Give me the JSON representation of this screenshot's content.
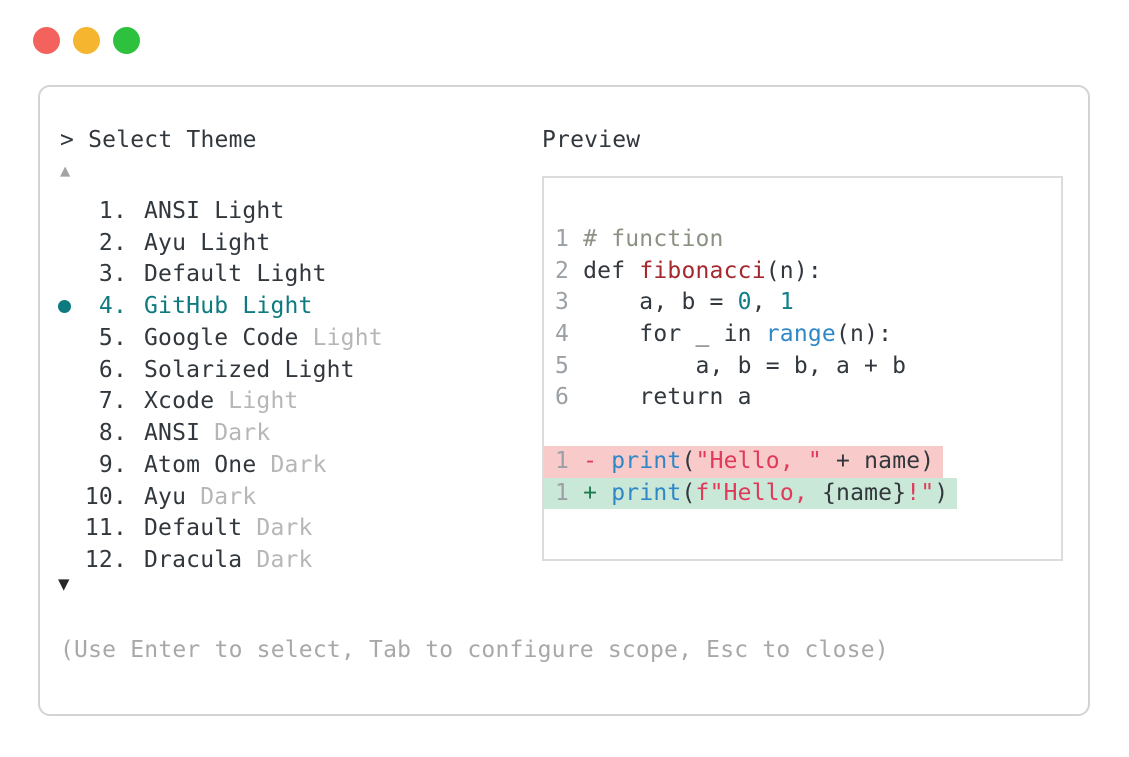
{
  "window": {
    "traffic_lights": [
      {
        "name": "close",
        "color": "#f3625c"
      },
      {
        "name": "minimize",
        "color": "#f5b52f"
      },
      {
        "name": "zoom",
        "color": "#2ec13e"
      }
    ]
  },
  "selector": {
    "prompt": "> Select Theme",
    "scroll_up_icon": "▲",
    "scroll_down_icon": "▼",
    "items": [
      {
        "number": "1.",
        "name": "ANSI",
        "variant": "Light",
        "variant_dim": false,
        "selected": false
      },
      {
        "number": "2.",
        "name": "Ayu",
        "variant": "Light",
        "variant_dim": false,
        "selected": false
      },
      {
        "number": "3.",
        "name": "Default",
        "variant": "Light",
        "variant_dim": false,
        "selected": false
      },
      {
        "number": "4.",
        "name": "GitHub",
        "variant": "Light",
        "variant_dim": false,
        "selected": true
      },
      {
        "number": "5.",
        "name": "Google Code",
        "variant": "Light",
        "variant_dim": true,
        "selected": false
      },
      {
        "number": "6.",
        "name": "Solarized",
        "variant": "Light",
        "variant_dim": false,
        "selected": false
      },
      {
        "number": "7.",
        "name": "Xcode",
        "variant": "Light",
        "variant_dim": true,
        "selected": false
      },
      {
        "number": "8.",
        "name": "ANSI",
        "variant": "Dark",
        "variant_dim": true,
        "selected": false
      },
      {
        "number": "9.",
        "name": "Atom One",
        "variant": "Dark",
        "variant_dim": true,
        "selected": false
      },
      {
        "number": "10.",
        "name": "Ayu",
        "variant": "Dark",
        "variant_dim": true,
        "selected": false
      },
      {
        "number": "11.",
        "name": "Default",
        "variant": "Dark",
        "variant_dim": true,
        "selected": false
      },
      {
        "number": "12.",
        "name": "Dracula",
        "variant": "Dark",
        "variant_dim": true,
        "selected": false
      }
    ],
    "hint": "(Use Enter to select, Tab to configure scope, Esc to close)"
  },
  "preview": {
    "label": "Preview",
    "code_lines": [
      {
        "number": "1",
        "diff": null,
        "tokens": [
          [
            "# function",
            "comment"
          ]
        ]
      },
      {
        "number": "2",
        "diff": null,
        "tokens": [
          [
            "def ",
            "fg"
          ],
          [
            "fibonacci",
            "func"
          ],
          [
            "(n):",
            "fg"
          ]
        ]
      },
      {
        "number": "3",
        "diff": null,
        "tokens": [
          [
            "    a, b = ",
            "fg"
          ],
          [
            "0",
            "num"
          ],
          [
            ", ",
            "fg"
          ],
          [
            "1",
            "num"
          ]
        ]
      },
      {
        "number": "4",
        "diff": null,
        "tokens": [
          [
            "    for _ in ",
            "fg"
          ],
          [
            "range",
            "call"
          ],
          [
            "(n):",
            "fg"
          ]
        ]
      },
      {
        "number": "5",
        "diff": null,
        "tokens": [
          [
            "        a, b = b, a + b",
            "fg"
          ]
        ]
      },
      {
        "number": "6",
        "diff": null,
        "tokens": [
          [
            "    return a",
            "fg"
          ]
        ]
      },
      {
        "number": "",
        "diff": null,
        "tokens": []
      },
      {
        "number": "1",
        "diff": "removed",
        "tokens": [
          [
            "- ",
            "removed"
          ],
          [
            "print",
            "call"
          ],
          [
            "(",
            "fg"
          ],
          [
            "\"Hello, \"",
            "string"
          ],
          [
            " + name)",
            "fg"
          ]
        ]
      },
      {
        "number": "1",
        "diff": "added",
        "tokens": [
          [
            "+ ",
            "added"
          ],
          [
            "print",
            "call"
          ],
          [
            "(",
            "fg"
          ],
          [
            "f\"Hello, ",
            "string"
          ],
          [
            "{name}",
            "fg"
          ],
          [
            "!\"",
            "string"
          ],
          [
            ")",
            "fg"
          ]
        ]
      }
    ]
  },
  "colors": {
    "accent_teal": "#0d7a80",
    "text_dark": "#31373d",
    "variant_dim_gray": "#b6b6b6",
    "hint_gray": "#a8a8a8",
    "line_number_gray": "#9aa0a5",
    "comment": "#8b9183",
    "function_red": "#a5282e",
    "number_teal": "#0f7f88",
    "call_blue": "#2f87c6",
    "string_crimson": "#e0395a",
    "diff_added_green": "#1f7a4f",
    "diff_removed_bg": "#f8cbca",
    "diff_added_bg": "#c9e8d7",
    "window_border": "#d3d3d3",
    "preview_border": "#dcdcdc"
  }
}
